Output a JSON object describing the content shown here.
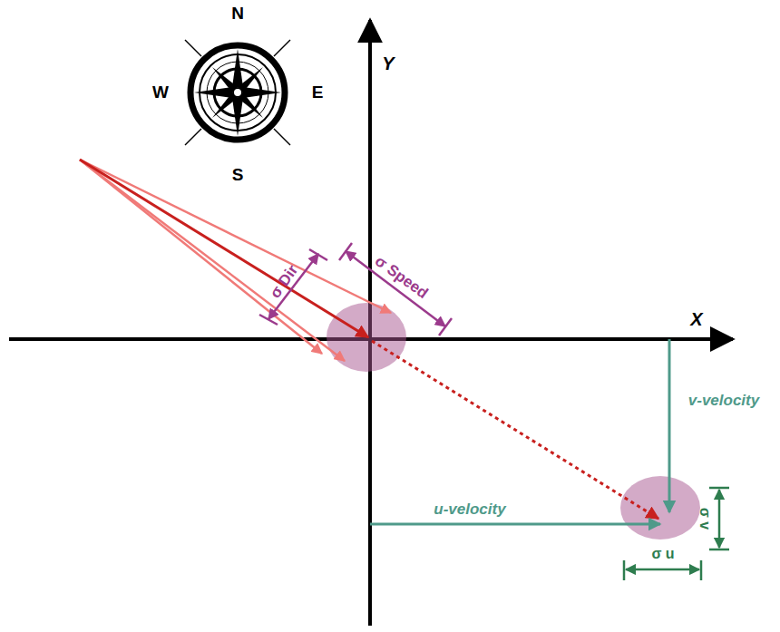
{
  "diagram": {
    "labels": [
      "N",
      "E",
      "S",
      "W",
      "Y",
      "X",
      "σ Dir",
      "σ Speed",
      "v-velocity",
      "u-velocity",
      "σ v",
      "σ u"
    ]
  }
}
